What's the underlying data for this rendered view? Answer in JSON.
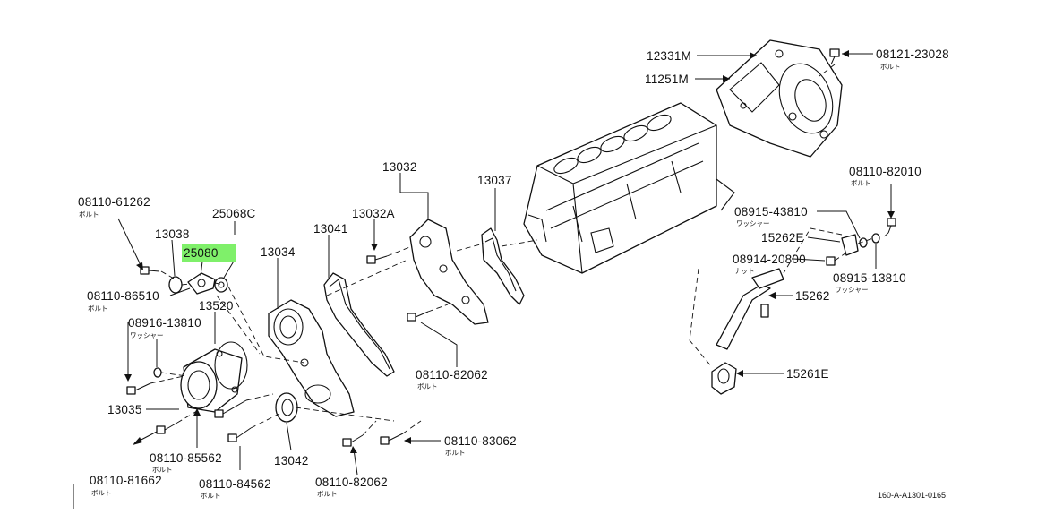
{
  "labels": {
    "p12331M": "12331M",
    "p11251M": "11251M",
    "p08121_23028": "08121-23028",
    "p08121_23028_sub": "ボルト",
    "p13032": "13032",
    "p13037": "13037",
    "p13032A": "13032A",
    "p13041": "13041",
    "p08110_61262": "08110-61262",
    "p08110_61262_sub": "ボルト",
    "p13038": "13038",
    "p25068C": "25068C",
    "p25080": "25080",
    "p13034": "13034",
    "p08110_86510": "08110-86510",
    "p08110_86510_sub": "ボルト",
    "p13520": "13520",
    "p08916_13810": "08916-13810",
    "p08916_13810_sub": "ワッシャー",
    "p13035": "13035",
    "p08110_85562": "08110-85562",
    "p08110_85562_sub": "ボルト",
    "p08110_81662": "08110-81662",
    "p08110_81662_sub": "ボルト",
    "p08110_84562": "08110-84562",
    "p08110_84562_sub": "ボルト",
    "p13042": "13042",
    "p08110_82062a": "08110-82062",
    "p08110_82062a_sub": "ボルト",
    "p08110_82062b": "08110-82062",
    "p08110_82062b_sub": "ボルト",
    "p08110_83062": "08110-83062",
    "p08110_83062_sub": "ボルト",
    "p08110_82010": "08110-82010",
    "p08110_82010_sub": "ボルト",
    "p08915_43810": "08915-43810",
    "p08915_43810_sub": "ワッシャー",
    "p15262E": "15262E",
    "p08914_20800": "08914-20800",
    "p08914_20800_sub": "ナット",
    "p08915_13810": "08915-13810",
    "p08915_13810_sub": "ワッシャー",
    "p15262": "15262",
    "p15261E": "15261E"
  },
  "highlight": {
    "part": "25080",
    "color": "#7ff06a"
  },
  "footer_code": "160-A-A1301-0165"
}
